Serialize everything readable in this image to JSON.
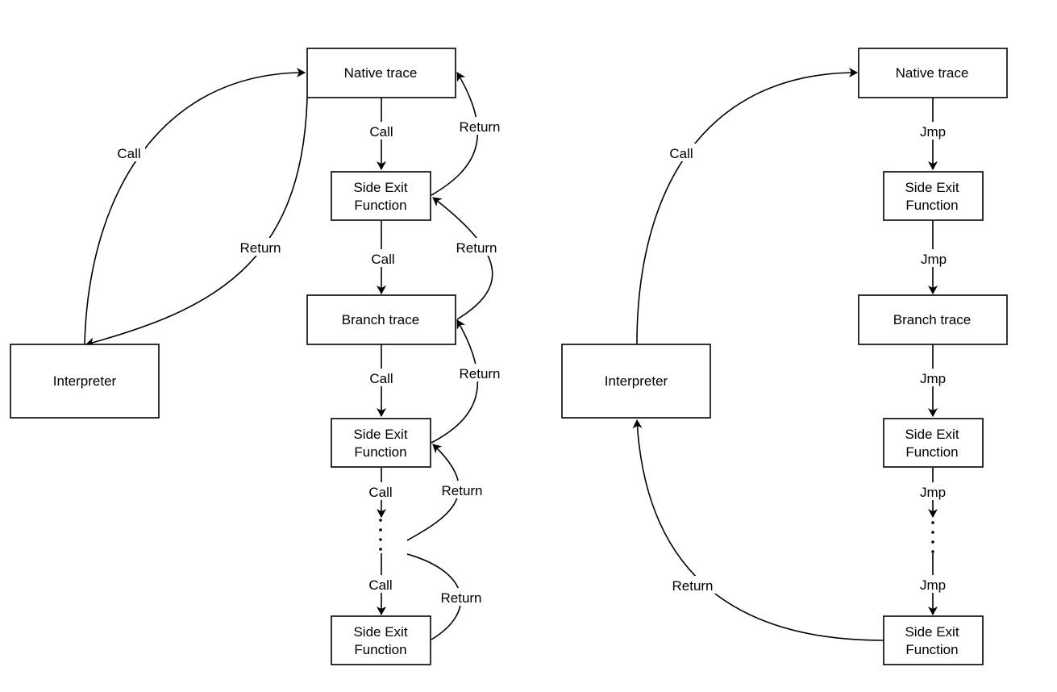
{
  "diagram": {
    "title": "",
    "left": {
      "nodes": {
        "interpreter": "Interpreter",
        "native_trace": "Native trace",
        "side_exit_1": [
          "Side Exit",
          "Function"
        ],
        "branch_trace": "Branch trace",
        "side_exit_2": [
          "Side Exit",
          "Function"
        ],
        "side_exit_3": [
          "Side Exit",
          "Function"
        ]
      },
      "edges": {
        "interp_to_native": "Call",
        "native_to_interp": "Return",
        "native_to_se1": "Call",
        "se1_to_native": "Return",
        "se1_to_branch": "Call",
        "branch_to_se1": "Return",
        "branch_to_se2": "Call",
        "se2_to_branch": "Return",
        "se2_to_ellipsis": "Call",
        "ellipsis_to_se2": "Return",
        "ellipsis_to_se3": "Call",
        "se3_to_ellipsis": "Return"
      },
      "ellipsis": "⋮"
    },
    "right": {
      "nodes": {
        "interpreter": "Interpreter",
        "native_trace": "Native trace",
        "side_exit_1": [
          "Side Exit",
          "Function"
        ],
        "branch_trace": "Branch trace",
        "side_exit_2": [
          "Side Exit",
          "Function"
        ],
        "side_exit_3": [
          "Side Exit",
          "Function"
        ]
      },
      "edges": {
        "interp_to_native": "Call",
        "native_to_se1": "Jmp",
        "se1_to_branch": "Jmp",
        "branch_to_se2": "Jmp",
        "se2_to_ellipsis": "Jmp",
        "ellipsis_to_se3": "Jmp",
        "se3_to_interp": "Return"
      },
      "ellipsis": "⋮"
    }
  }
}
